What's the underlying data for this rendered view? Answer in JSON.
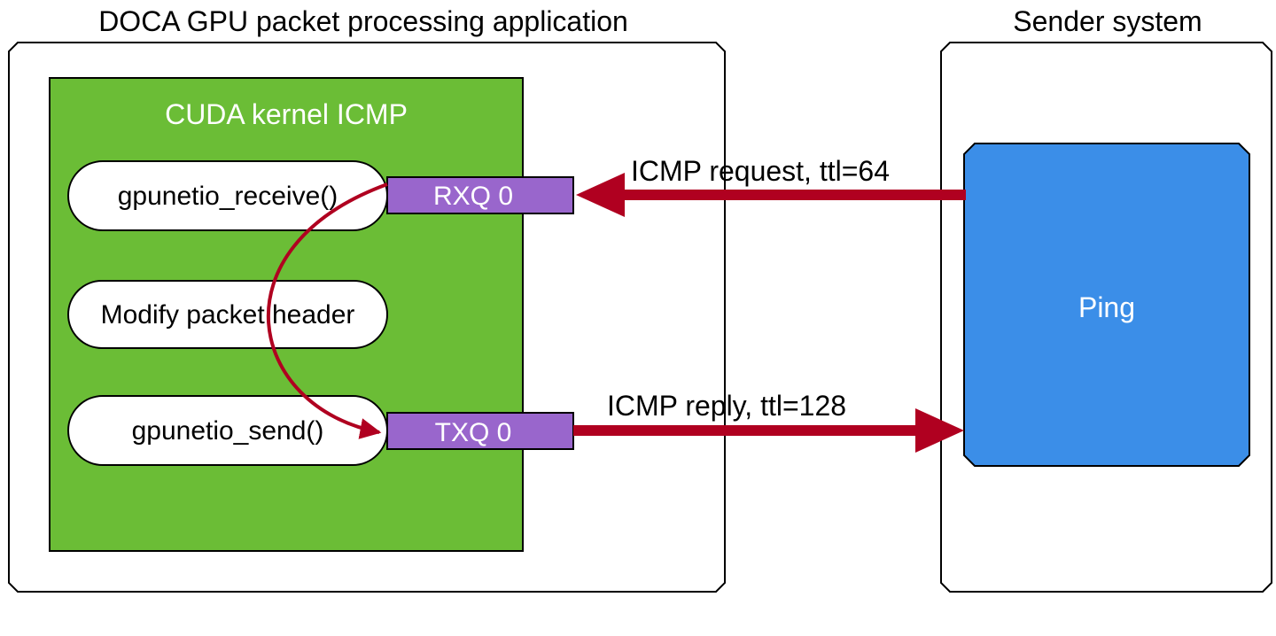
{
  "app_box": {
    "title": "DOCA GPU packet processing application",
    "kernel": {
      "title": "CUDA kernel ICMP",
      "steps": [
        "gpunetio_receive()",
        "Modify packet header",
        "gpunetio_send()"
      ]
    },
    "queues": {
      "rx": "RXQ 0",
      "tx": "TXQ 0"
    }
  },
  "sender_box": {
    "title": "Sender system",
    "ping": "Ping"
  },
  "arrows": {
    "request": "ICMP request, ttl=64",
    "reply": "ICMP reply, ttl=128"
  },
  "colors": {
    "kernel_fill": "#6bbd36",
    "queue_fill": "#9966cc",
    "ping_fill": "#3b8ee8",
    "arrow": "#b00020"
  }
}
